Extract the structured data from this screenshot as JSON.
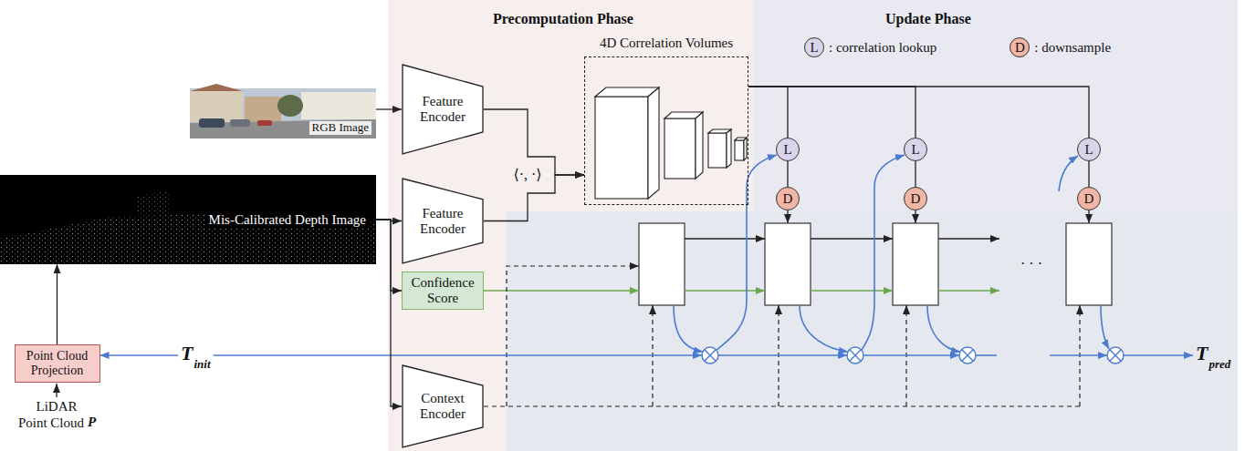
{
  "diagram": {
    "nodes": [
      {
        "text": [
          "RGB Image"
        ]
      },
      {
        "text": [
          "Mis-Calibrated Depth Image"
        ]
      },
      {
        "text": [
          "Point Cloud Projection"
        ]
      },
      {
        "text": [
          "Precomputation Phase"
        ]
      },
      {
        "text": [
          "Feature Encoder"
        ],
        "in": 3
      },
      {
        "text": [
          "Feature Encoder"
        ],
        "in": 3
      },
      {
        "text": [
          "4D Correlation Volumes"
        ],
        "in": 3
      },
      {
        "text": [
          "Confidence Score"
        ],
        "in": 3
      },
      {
        "text": [
          "Context Encoder"
        ],
        "in": 3
      },
      {
        "text": [
          "Update Phase"
        ]
      },
      {
        "text": [
          "L"
        ],
        "in": 9
      },
      {
        "text": [
          "D"
        ],
        "in": 9
      },
      {
        "text": [
          "L"
        ],
        "in": 9
      },
      {
        "text": [
          "D"
        ],
        "in": 9
      },
      {
        "text": [
          "L"
        ],
        "in": 9
      },
      {
        "text": [
          "D"
        ],
        "in": 9
      }
    ],
    "edges": [
      {
        "from": 0,
        "to": 4,
        "arrow": "to"
      },
      {
        "from": 1,
        "to": 5,
        "arrow": "to"
      },
      {
        "from": 1,
        "to": 7,
        "arrow": "to"
      },
      {
        "from": 1,
        "to": 8,
        "arrow": "to"
      },
      {
        "from": 2,
        "to": 1,
        "arrow": "to"
      },
      {
        "from": 4,
        "to": 6,
        "arrow": "to"
      },
      {
        "from": 5,
        "to": 6,
        "arrow": "to"
      },
      {
        "from": 6,
        "to": 10,
        "arrow": "none"
      },
      {
        "from": 6,
        "to": 12,
        "arrow": "none"
      },
      {
        "from": 6,
        "to": 14,
        "arrow": "none"
      },
      {
        "from": 10,
        "to": 11,
        "arrow": "none"
      },
      {
        "from": 12,
        "to": 13,
        "arrow": "none"
      },
      {
        "from": 14,
        "to": 15,
        "arrow": "none"
      }
    ],
    "labels": [
      "⟨·, ·⟩",
      "T",
      "init",
      "T",
      "pred",
      "LiDAR",
      "Point Cloud",
      "P",
      "L",
      "D",
      "· · ·"
    ],
    "legend": [
      {
        "text": ": correlation lookup",
        "color": "#d9d4ea"
      },
      {
        "text": ": downsample",
        "color": "#f2b6a6"
      }
    ]
  }
}
